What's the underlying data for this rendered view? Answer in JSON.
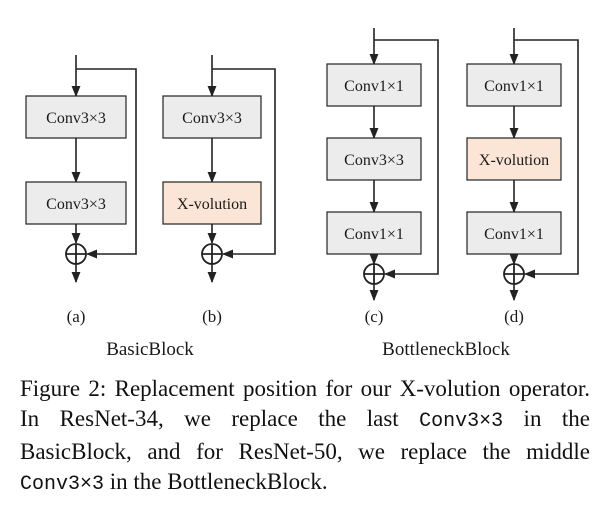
{
  "colors": {
    "plain_fill": "#ececec",
    "xvol_fill": "#fbe5d6",
    "stroke": "#222222"
  },
  "diagrams": {
    "a": {
      "label": "(a)",
      "boxes": [
        "Conv3×3",
        "Conv3×3"
      ]
    },
    "b": {
      "label": "(b)",
      "boxes": [
        "Conv3×3",
        "X-volution"
      ]
    },
    "c": {
      "label": "(c)",
      "boxes": [
        "Conv1×1",
        "Conv3×3",
        "Conv1×1"
      ]
    },
    "d": {
      "label": "(d)",
      "boxes": [
        "Conv1×1",
        "X-volution",
        "Conv1×1"
      ]
    }
  },
  "groups": {
    "basic": "BasicBlock",
    "bottleneck": "BottleneckBlock"
  },
  "caption": {
    "part1": "Figure 2: Replacement position for our X-volution operator. In ResNet-34, we replace the last ",
    "code1": "Conv3×3",
    "part2": " in the BasicBlock, and for ResNet-50, we replace the middle ",
    "code2": "Conv3×3",
    "part3": " in the BottleneckBlock."
  }
}
